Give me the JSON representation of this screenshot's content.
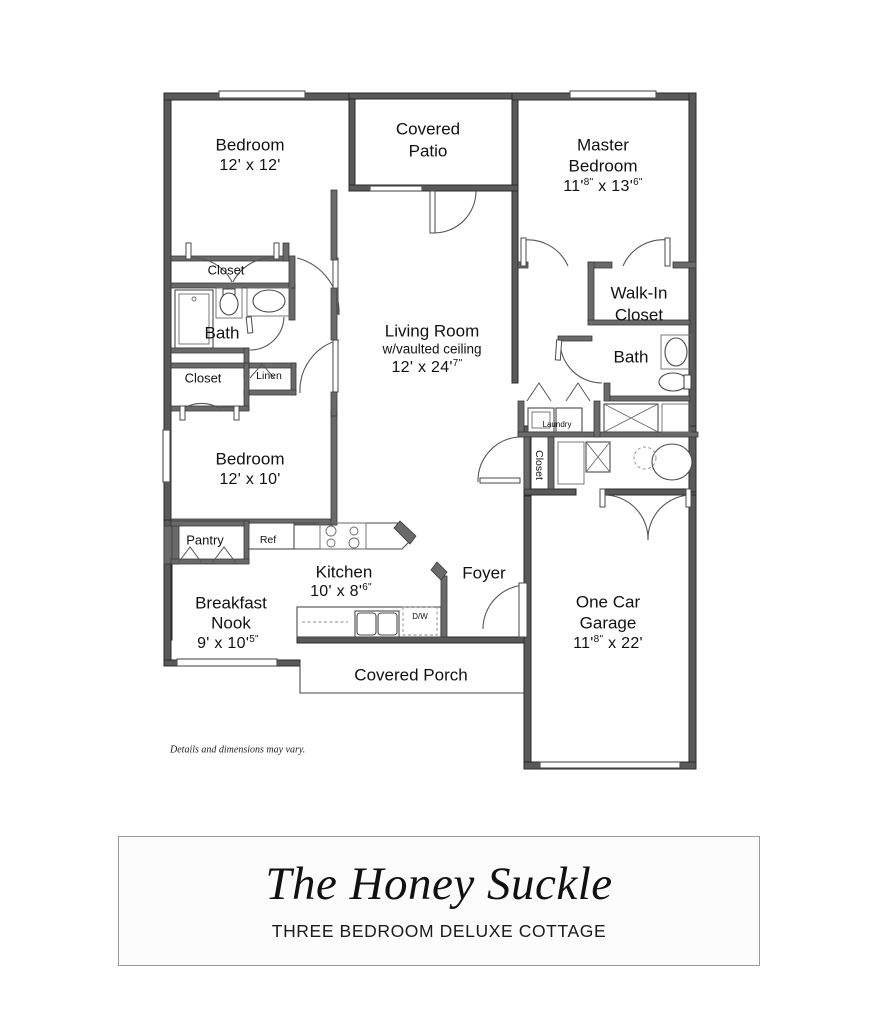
{
  "title_plate": {
    "title": "The Honey Suckle",
    "subtitle": "THREE BEDROOM DELUXE COTTAGE"
  },
  "disclaimer": "Details and  dimensions may vary.",
  "colors": {
    "exterior_wall": "#595959",
    "interior_wall": "#6a6a6a",
    "line": "#4a4a4a",
    "background": "#ffffff",
    "text": "#111111"
  },
  "floorplan": {
    "type": "floor-plan",
    "units": "feet-inches",
    "rooms": [
      {
        "id": "bedroom-2",
        "name": "Bedroom",
        "dimension": "12' x 12'",
        "sub": ""
      },
      {
        "id": "covered-patio",
        "name": "Covered",
        "name2": "Patio",
        "dimension": "",
        "sub": ""
      },
      {
        "id": "master-bedroom",
        "name": "Master",
        "name2": "Bedroom",
        "dimension": "11'8\" x 13'6\"",
        "sub": ""
      },
      {
        "id": "living-room",
        "name": "Living Room",
        "dimension": "12' x 24'7\"",
        "sub": "w/vaulted ceiling"
      },
      {
        "id": "bedroom-3",
        "name": "Bedroom",
        "dimension": "12' x 10'",
        "sub": ""
      },
      {
        "id": "breakfast-nook",
        "name": "Breakfast",
        "name2": "Nook",
        "dimension": "9'  x 10'5\"",
        "sub": ""
      },
      {
        "id": "kitchen",
        "name": "Kitchen",
        "dimension": "10'  x 8'6\"",
        "sub": ""
      },
      {
        "id": "garage",
        "name": "One Car",
        "name2": "Garage",
        "dimension": "11'8\" x 22'",
        "sub": ""
      },
      {
        "id": "foyer",
        "name": "Foyer",
        "dimension": "",
        "sub": ""
      },
      {
        "id": "covered-porch",
        "name": "Covered Porch",
        "dimension": "",
        "sub": ""
      },
      {
        "id": "bath-hall",
        "name": "Bath",
        "dimension": "",
        "sub": ""
      },
      {
        "id": "bath-master",
        "name": "Bath",
        "dimension": "",
        "sub": ""
      },
      {
        "id": "walk-in-closet",
        "name": "Walk-In",
        "name2": "Closet",
        "dimension": "",
        "sub": ""
      },
      {
        "id": "closet-top",
        "name": "Closet",
        "dimension": "",
        "sub": ""
      },
      {
        "id": "closet-mid",
        "name": "Closet",
        "dimension": "",
        "sub": ""
      },
      {
        "id": "closet-hall",
        "name": "Closet",
        "dimension": "",
        "sub": ""
      },
      {
        "id": "linen",
        "name": "Linen",
        "dimension": "",
        "sub": ""
      },
      {
        "id": "laundry",
        "name": "Laundry",
        "dimension": "",
        "sub": ""
      },
      {
        "id": "pantry",
        "name": "Pantry",
        "dimension": "",
        "sub": ""
      }
    ],
    "appliances": [
      {
        "id": "refrigerator",
        "label": "Ref"
      },
      {
        "id": "dishwasher",
        "label": "D/W"
      }
    ]
  },
  "labels": {
    "bedroom_2_name": "Bedroom",
    "bedroom_2_dim": "12' x 12'",
    "covered_patio_l1": "Covered",
    "covered_patio_l2": "Patio",
    "master_l1": "Master",
    "master_l2": "Bedroom",
    "master_dim_a": "11'",
    "master_dim_sup1": "8\"",
    "master_dim_mid": " x 13'",
    "master_dim_sup2": "6\"",
    "living_name": "Living Room",
    "living_sub": "w/vaulted ceiling",
    "living_dim_a": "12' x 24'",
    "living_dim_sup": "7\"",
    "bedroom_3_name": "Bedroom",
    "bedroom_3_dim": "12' x 10'",
    "closet_top": "Closet",
    "closet_mid": "Closet",
    "closet_hall": "Closet",
    "bath_hall": "Bath",
    "linen": "Linen",
    "walkin_l1": "Walk-In",
    "walkin_l2": "Closet",
    "bath_master": "Bath",
    "laundry": "Laundry",
    "pantry": "Pantry",
    "ref": "Ref",
    "dw": "D/W",
    "kitchen_name": "Kitchen",
    "kitchen_dim_a": "10'  x 8'",
    "kitchen_dim_sup": "6\"",
    "breakfast_l1": "Breakfast",
    "breakfast_l2": "Nook",
    "breakfast_dim_a": "9'  x 10'",
    "breakfast_dim_sup": "5\"",
    "foyer": "Foyer",
    "covered_porch": "Covered Porch",
    "garage_l1": "One Car",
    "garage_l2": "Garage",
    "garage_dim_a": "11'",
    "garage_dim_sup": "8\"",
    "garage_dim_b": " x 22'"
  }
}
